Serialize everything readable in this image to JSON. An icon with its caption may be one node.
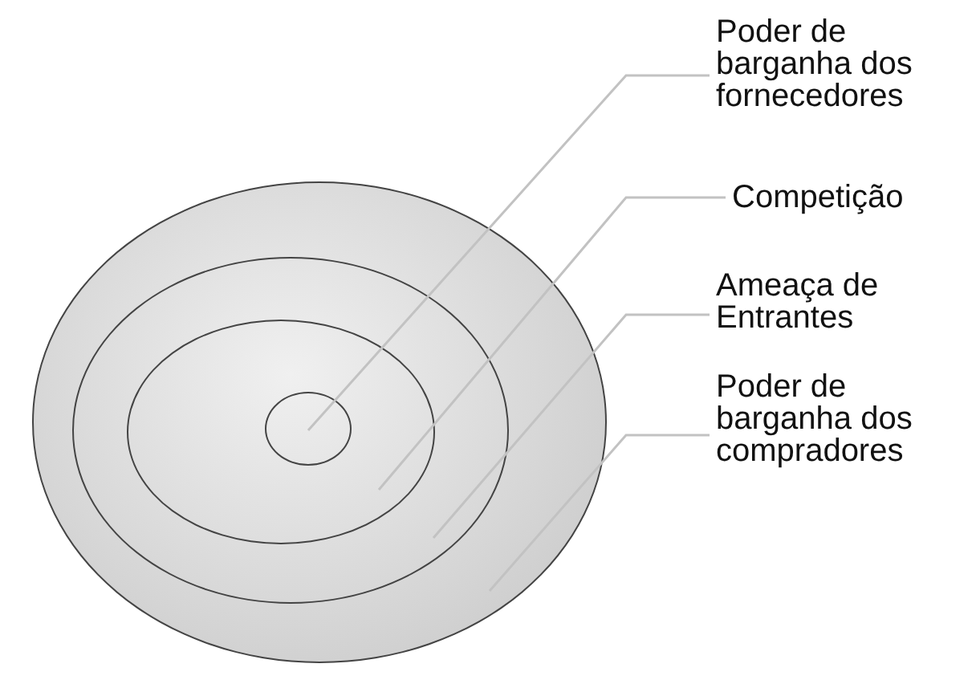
{
  "diagram": {
    "nodes": [
      {
        "text": [
          "Poder de barganha dos fornecedores"
        ]
      },
      {
        "text": [
          "Competição"
        ]
      },
      {
        "text": [
          "Ameaça de Entrantes"
        ]
      },
      {
        "text": [
          "Poder de barganha dos compradores"
        ]
      },
      {
        "text": [],
        "shape": "ellipse"
      },
      {
        "text": [],
        "shape": "ellipse",
        "in": 4
      },
      {
        "text": [],
        "shape": "ellipse",
        "in": 5
      },
      {
        "text": [],
        "shape": "ellipse",
        "in": 6
      }
    ],
    "edges": [
      {
        "from": 0,
        "to": 7,
        "arrow": "none"
      },
      {
        "from": 1,
        "to": 6,
        "arrow": "none"
      },
      {
        "from": 2,
        "to": 5,
        "arrow": "none"
      },
      {
        "from": 3,
        "to": 4,
        "arrow": "none"
      }
    ]
  }
}
